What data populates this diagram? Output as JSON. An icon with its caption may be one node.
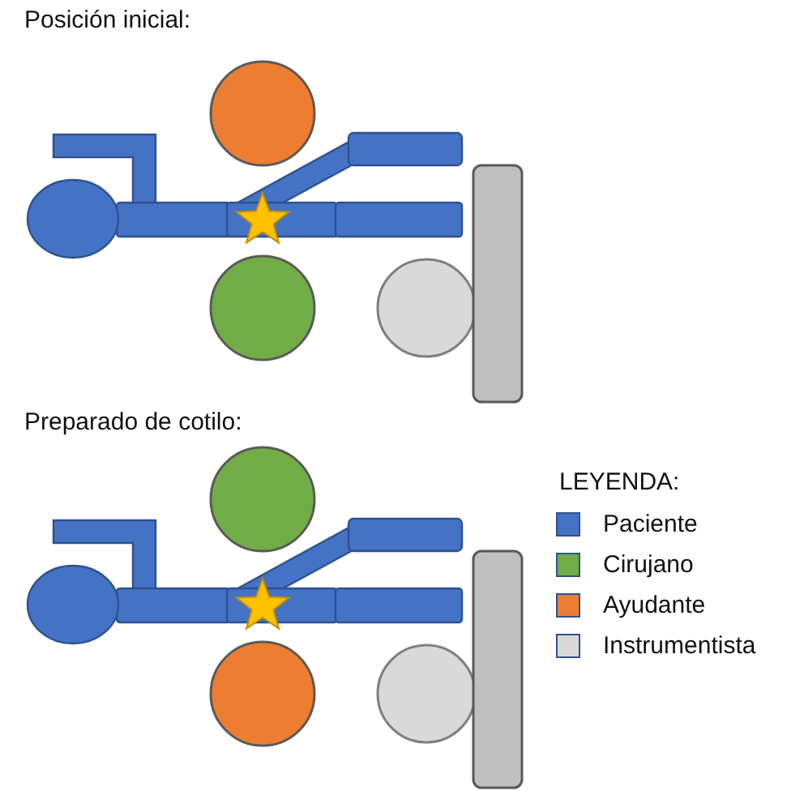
{
  "diagram": {
    "labels": [
      "Posición inicial:",
      "Preparado de cotilo:",
      "LEYENDA:"
    ],
    "legend": [
      {
        "text": "Paciente",
        "color": "#4472c4"
      },
      {
        "text": "Cirujano",
        "color": "#70ad47"
      },
      {
        "text": "Ayudante",
        "color": "#ed7d31"
      },
      {
        "text": "Instrumentista",
        "color": "#d9d9d9"
      }
    ]
  }
}
